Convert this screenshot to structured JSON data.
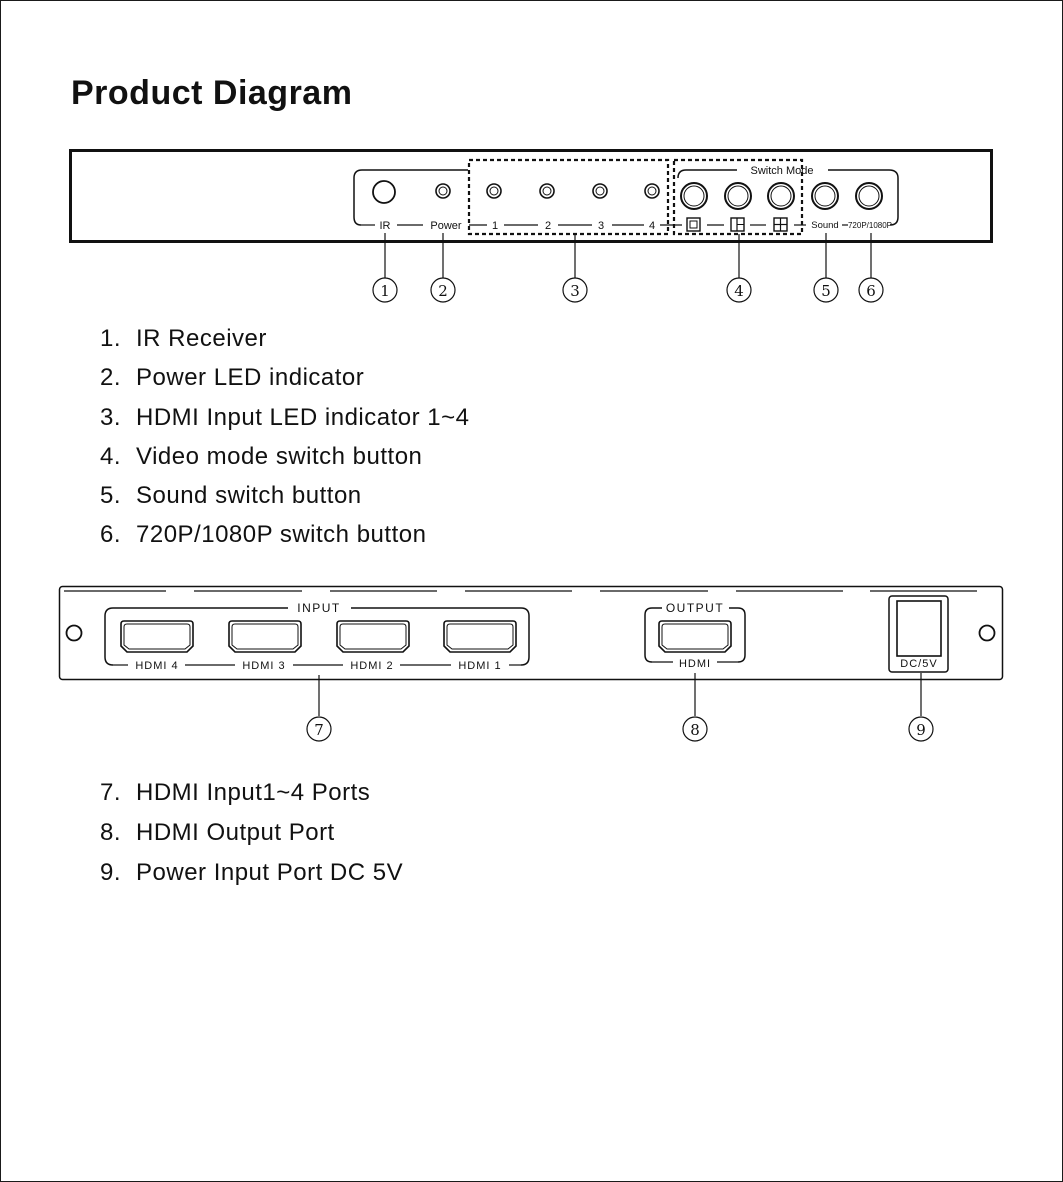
{
  "title": "Product Diagram",
  "front_panel": {
    "labels": {
      "ir": "IR",
      "power": "Power",
      "in1": "1",
      "in2": "2",
      "in3": "3",
      "in4": "4",
      "switch_mode": "Switch Mode",
      "sound": "Sound",
      "resolution": "720P/1080P"
    },
    "callouts": [
      "1",
      "2",
      "3",
      "4",
      "5",
      "6"
    ],
    "legend": [
      {
        "num": "1.",
        "text": "IR Receiver"
      },
      {
        "num": "2.",
        "text": "Power LED indicator"
      },
      {
        "num": "3.",
        "text": "HDMI Input LED indicator 1~4"
      },
      {
        "num": "4.",
        "text": "Video mode switch button"
      },
      {
        "num": "5.",
        "text": "Sound switch button"
      },
      {
        "num": "6.",
        "text": "720P/1080P switch button"
      }
    ]
  },
  "back_panel": {
    "labels": {
      "input": "INPUT",
      "hdmi4": "HDMI 4",
      "hdmi3": "HDMI 3",
      "hdmi2": "HDMI 2",
      "hdmi1": "HDMI 1",
      "output": "OUTPUT",
      "hdmi_out": "HDMI",
      "dc": "DC/5V"
    },
    "callouts": [
      "7",
      "8",
      "9"
    ],
    "legend": [
      {
        "num": "7.",
        "text": "HDMI Input1~4 Ports"
      },
      {
        "num": "8.",
        "text": "HDMI Output Port"
      },
      {
        "num": "9.",
        "text": "Power Input Port DC 5V"
      }
    ]
  }
}
